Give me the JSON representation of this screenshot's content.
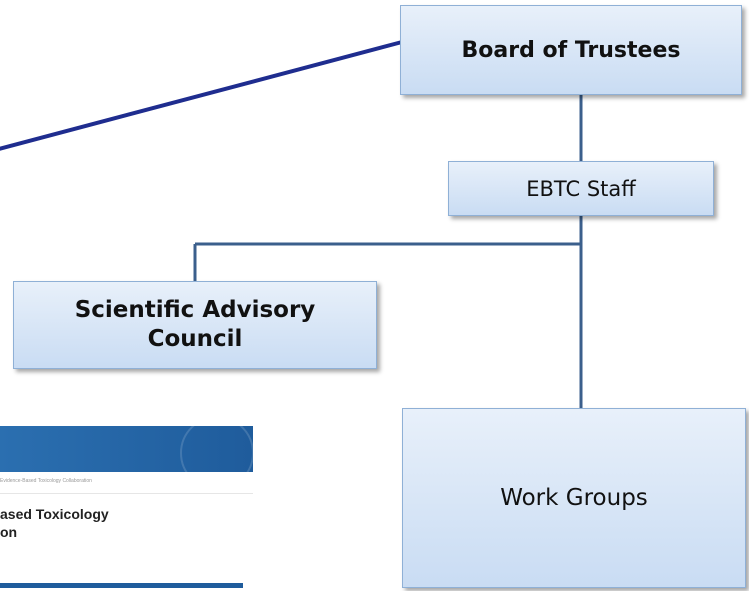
{
  "diagram": {
    "nodes": {
      "board": "Board of Trustees",
      "staff": "EBTC Staff",
      "sac_line1": "Scientific Advisory",
      "sac_line2": "Council",
      "work": "Work Groups"
    },
    "line_color": "#3b5f8c",
    "pointer_line_color": "#1f2d8f"
  },
  "thumbnail": {
    "header_text": "Evidence-Based Toxicology Collaboration",
    "title_line1": "ased Toxicology",
    "title_line2": "on"
  }
}
